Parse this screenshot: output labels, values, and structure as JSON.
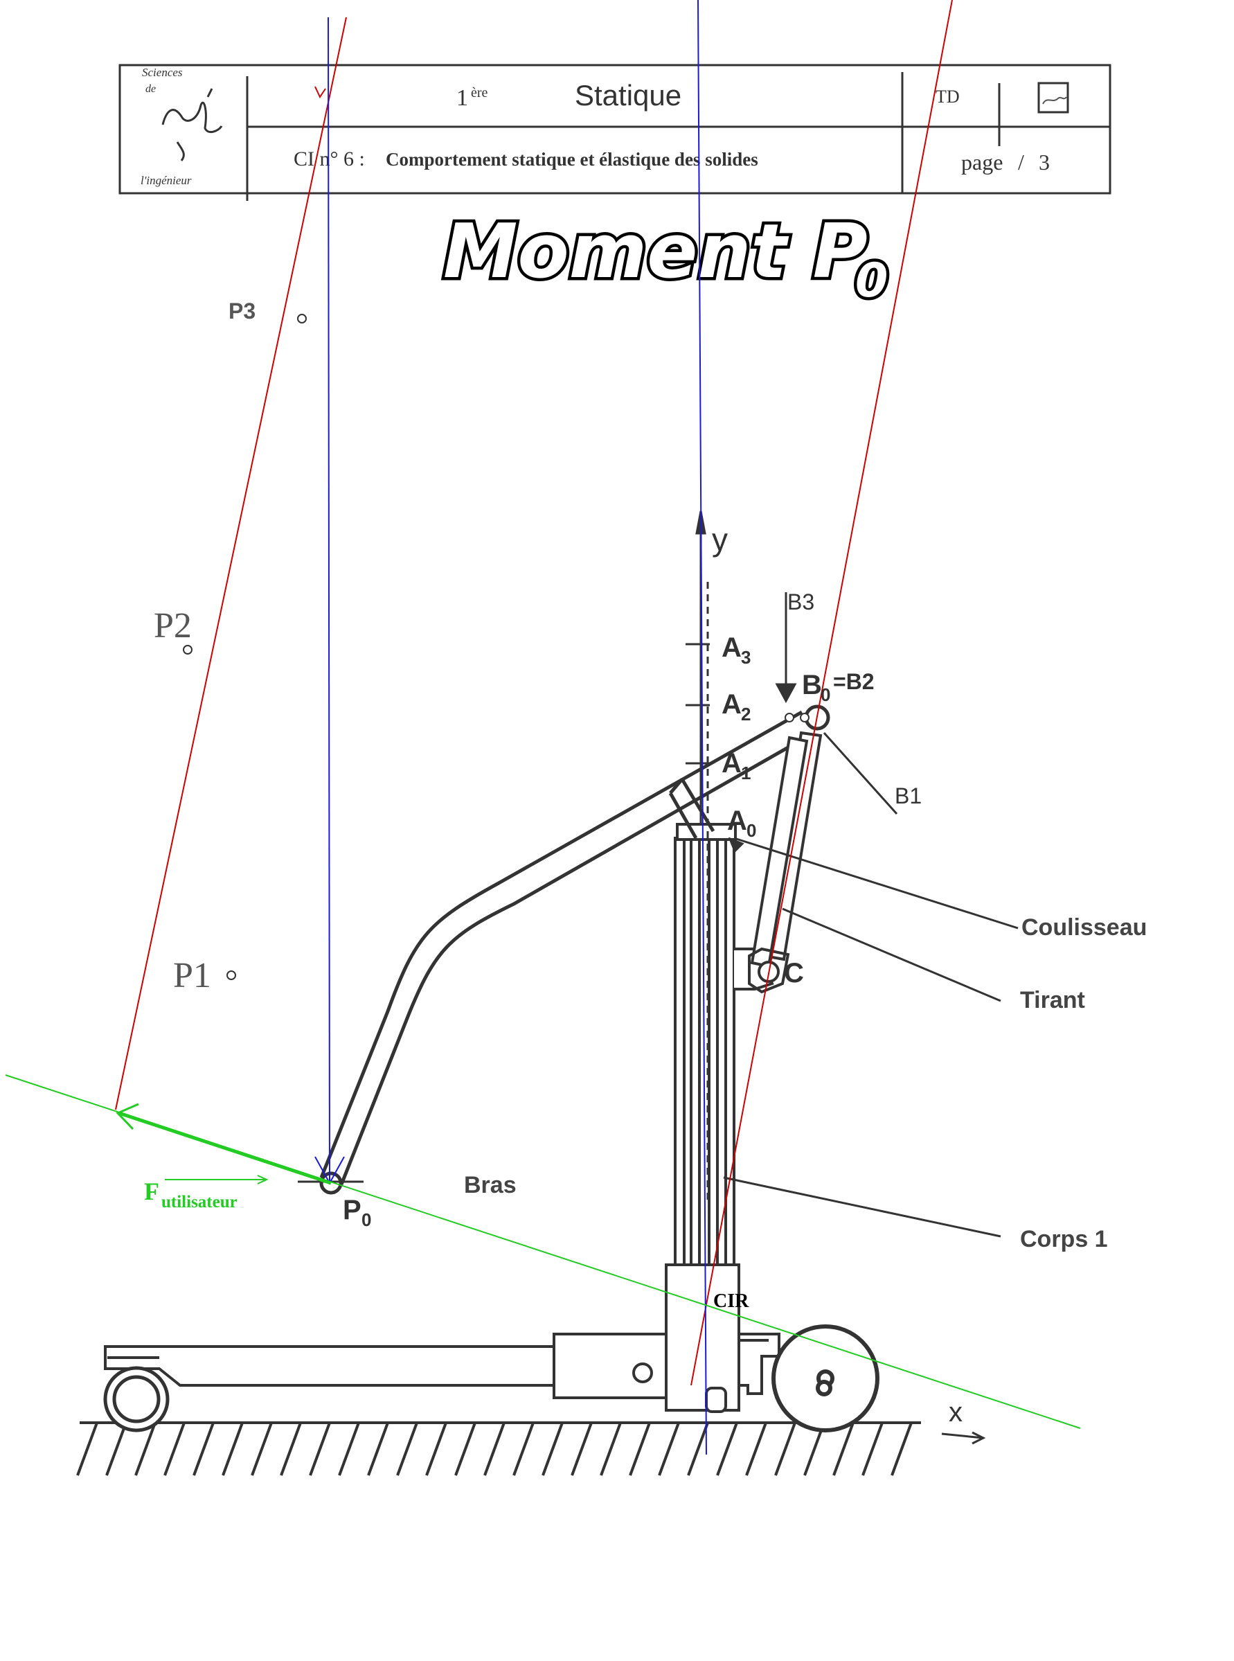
{
  "colors": {
    "ink": "#3a3a3a",
    "red_construction": "#cc0000",
    "blue_construction": "#1a1ad8",
    "green_force": "#22cc22",
    "paper": "#ffffff"
  },
  "header": {
    "logo": {
      "top_text": "Sciences",
      "mid_text": "de",
      "bottom_text": "l'ingénieur"
    },
    "level": "1",
    "level_sup": "ère",
    "subject": "Statique",
    "doc_type": "TD",
    "ci_prefix": "CI n° 6 :",
    "ci_title": "Comportement statique et élastique des solides",
    "page_label": "page",
    "page_sep": "/",
    "page_num": "3"
  },
  "title": {
    "main": "Moment P",
    "sub": "0"
  },
  "labels": {
    "P3": "P3",
    "P2": "P2",
    "P1": "P1",
    "y_axis": "y",
    "x_axis": "x",
    "B3": "B3",
    "B0": "B",
    "B0_sub": "0",
    "B0_eq": "=B2",
    "B1": "B1",
    "A3": "A",
    "A3_sub": "3",
    "A2": "A",
    "A2_sub": "2",
    "A1": "A",
    "A1_sub": "1",
    "A0": "A",
    "A0_sub": "0",
    "C": "C",
    "coulisseau": "Coulisseau",
    "tirant": "Tirant",
    "bras": "Bras",
    "corps": "Corps 1",
    "P0": "P",
    "P0_sub": "0",
    "cir": "CIR",
    "f_main": "F",
    "f_sub": "utilisateur"
  }
}
